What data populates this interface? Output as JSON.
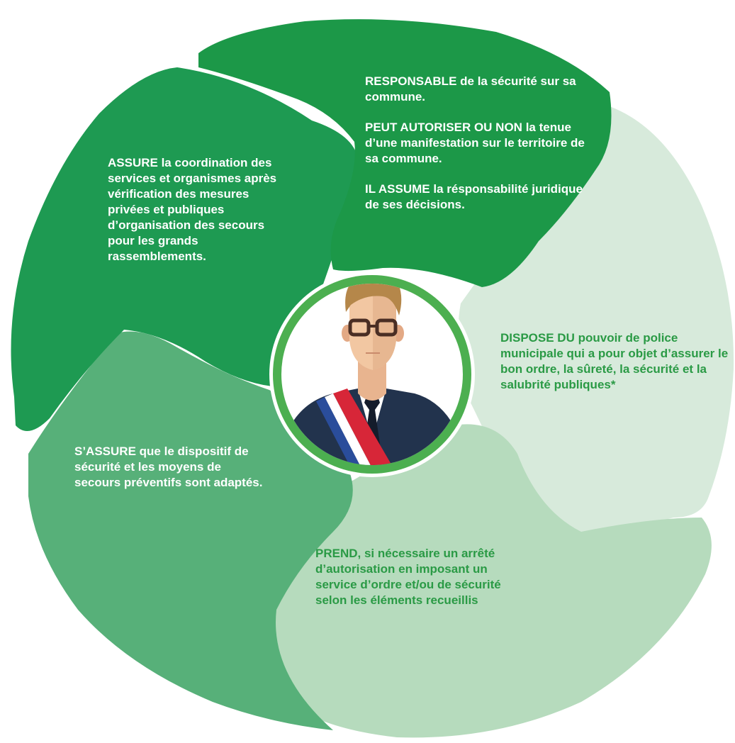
{
  "colors": {
    "petal_top": "#1c9848",
    "petal_left": "#1e9a52",
    "petal_right": "#d7eadb",
    "petal_bottom": "#b6dbbd",
    "petal_bottom_left": "#57b079",
    "ring": "#4caf50",
    "text_green": "#2a9a45"
  },
  "center": {
    "icon": "mayor-with-sash-icon"
  },
  "petals": {
    "top": {
      "p1_lead": "RESPONSABLE",
      "p1_rest": " de la sécurité sur sa commune.",
      "p2_lead": "PEUT AUTORISER OU NON",
      "p2_rest": " la tenue d’une manifestation sur le territoire de sa commune.",
      "p3_lead": "IL ASSUME",
      "p3_rest": " la résponsabilité juridique de ses décisions."
    },
    "left": {
      "lead": "ASSURE",
      "rest": " la coordination des services et organismes après vérification des mesures privées et publiques d’organisation des secours pour les grands rassemblements."
    },
    "right": {
      "lead": "DISPOSE DU",
      "rest": " pouvoir de police municipale qui a pour objet d’assurer le bon ordre, la sûreté, la sécurité et la salubrité publiques*"
    },
    "bottom": {
      "lead": "PREND,",
      "rest": " si nécessaire un arrêté d’autorisation en imposant un service d’ordre et/ou de sécurité selon les éléments recueillis"
    },
    "bottom_left": {
      "lead": "S’ASSURE",
      "rest": " que le dispositif de sécurité et les moyens de secours préventifs sont adaptés."
    }
  }
}
